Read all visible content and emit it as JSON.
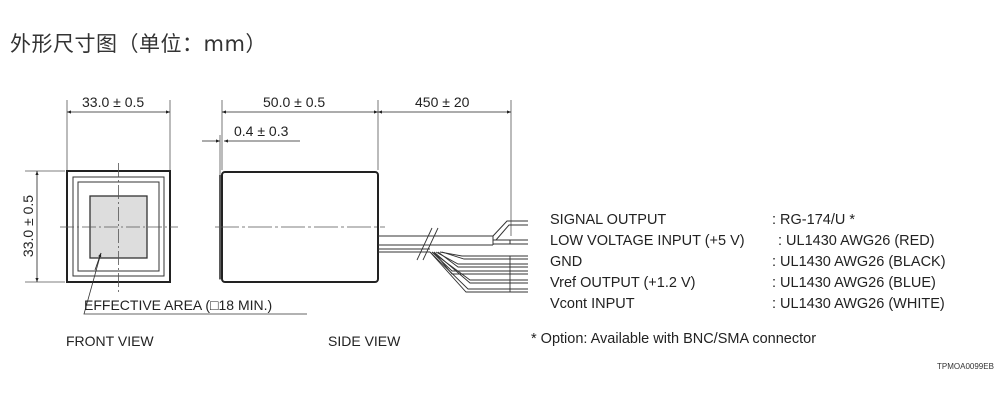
{
  "title": "外形尺寸图（单位：mm）",
  "front_view": {
    "label": "FRONT VIEW",
    "width_dim": "33.0 ± 0.5",
    "height_dim": "33.0 ± 0.5",
    "effective_area": "EFFECTIVE AREA (□18 MIN.)"
  },
  "side_view": {
    "label": "SIDE VIEW",
    "length_dim": "50.0 ± 0.5",
    "offset_dim": "0.4 ± 0.3",
    "cable_dim": "450 ± 20"
  },
  "pins": [
    {
      "name": "SIGNAL OUTPUT",
      "spec": ": RG-174/U *"
    },
    {
      "name": "LOW VOLTAGE INPUT (+5 V)",
      "spec": ": UL1430 AWG26 (RED)"
    },
    {
      "name": "GND",
      "spec": ": UL1430 AWG26 (BLACK)"
    },
    {
      "name": "Vref OUTPUT (+1.2 V)",
      "spec": ": UL1430 AWG26 (BLUE)"
    },
    {
      "name": "Vcont INPUT",
      "spec": ": UL1430 AWG26 (WHITE)"
    }
  ],
  "note": "* Option: Available with BNC/SMA connector",
  "drawing_code": "TPMOA0099EB"
}
